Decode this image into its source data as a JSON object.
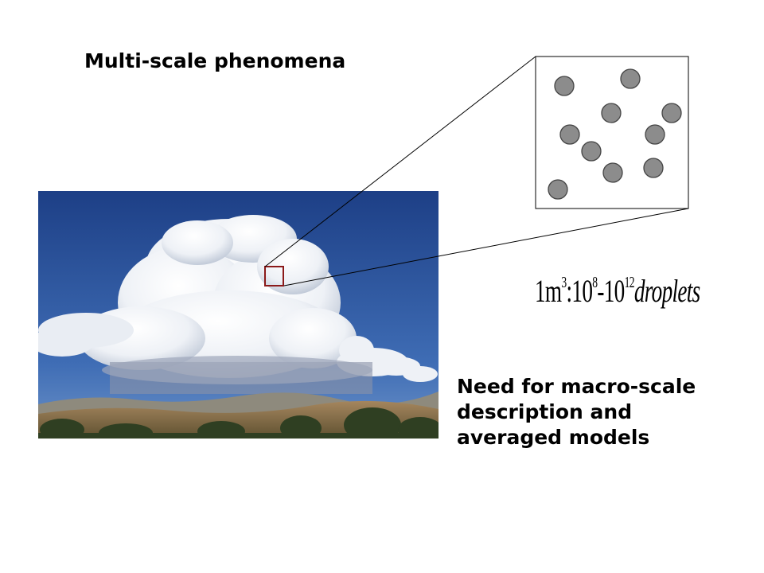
{
  "title": "Multi-scale phenomena",
  "formula": {
    "base_unit": "1m",
    "unit_exponent": "3",
    "separator": ":",
    "low_base": "10",
    "low_exponent": "8",
    "dash": "-",
    "high_base": "10",
    "high_exponent": "12",
    "word": "droplets"
  },
  "caption": {
    "lines": [
      "Need for macro-scale",
      "description and",
      "averaged models"
    ]
  },
  "colors": {
    "selection_box": "#8b1a1a",
    "droplet_fill": "#8c8c8c",
    "sky_top": "#1d3f86",
    "sky_bottom": "#4e7fc1"
  }
}
